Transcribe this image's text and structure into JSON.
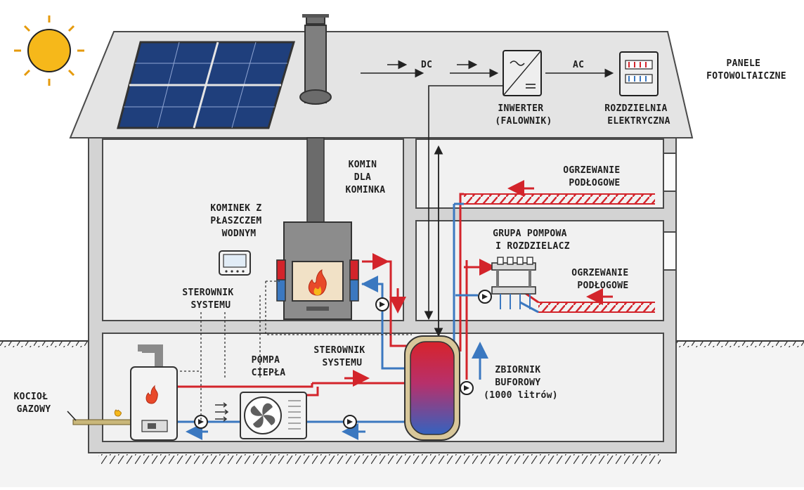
{
  "labels": {
    "panele": [
      "PANELE",
      "FOTOWOLTAICZNE"
    ],
    "dc": "DC",
    "ac": "AC",
    "inwerter": [
      "INWERTER",
      "(FALOWNIK)"
    ],
    "rozdzielnia": [
      "ROZDZIELNIA",
      "ELEKTRYCZNA"
    ],
    "komin": [
      "KOMIN",
      "DLA",
      "KOMINKA"
    ],
    "kominek": [
      "KOMINEK Z",
      "PŁASZCZEM",
      "WODNYM"
    ],
    "sterownik_top": [
      "STEROWNIK",
      "SYSTEMU"
    ],
    "sterownik_mid": [
      "STEROWNIK",
      "SYSTEMU"
    ],
    "pompa": [
      "POMPA",
      "CIEPŁA"
    ],
    "kociol": [
      "KOCIOŁ",
      "GAZOWY"
    ],
    "zbiornik": [
      "ZBIORNIK",
      "BUFOROWY",
      "(1000 litrów)"
    ],
    "grupa": [
      "GRUPA POMPOWA",
      "I ROZDZIELACZ"
    ],
    "ogrzewanie_top": [
      "OGRZEWANIE",
      "PODŁOGOWE"
    ],
    "ogrzewanie_mid": [
      "OGRZEWANIE",
      "PODŁOGOWE"
    ]
  },
  "colors": {
    "hot_pipe": "#d3242b",
    "cold_pipe": "#3b78c0",
    "sun": "#f6b81a",
    "panel": "#274a8c",
    "wall": "#d3d3d3"
  }
}
